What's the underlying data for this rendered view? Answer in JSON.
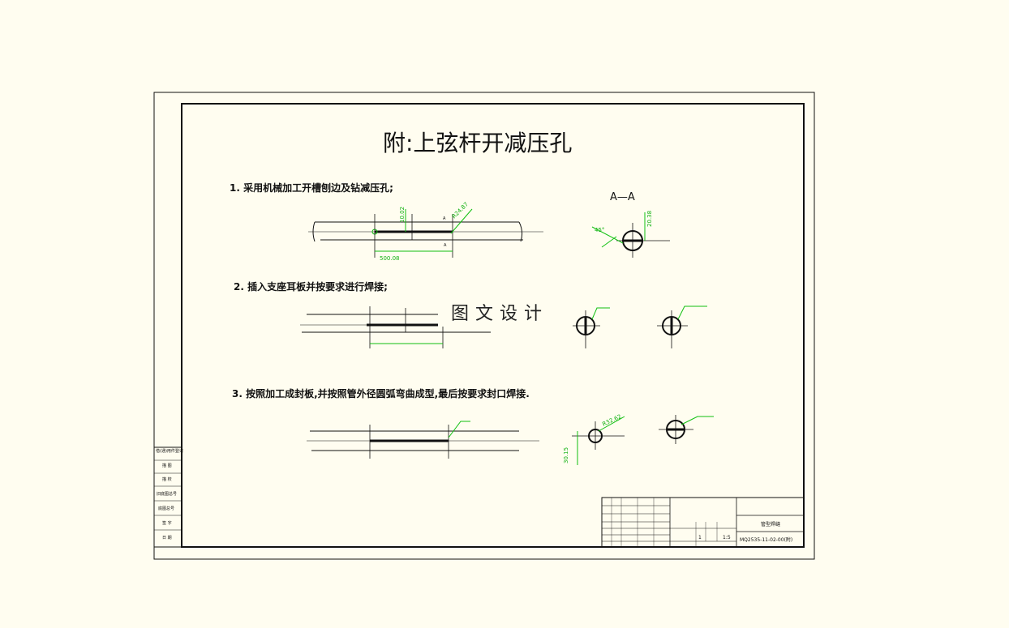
{
  "title": "附:上弦杆开减压孔",
  "steps": [
    {
      "label": "1. 采用机械加工开槽刨边及钻减压孔;"
    },
    {
      "label": "2. 插入支座耳板并按要求进行焊接;"
    },
    {
      "label": "3. 按照加工成封板,并按照管外径圆弧弯曲成型,最后按要求封口焊接."
    }
  ],
  "section_label": "A—A",
  "dims": {
    "d1_v": "10.02",
    "d1_len": "500.08",
    "d1_diag": "R24.87",
    "a_label": "A",
    "aa_dim": "20.38",
    "aa_angle": "45°",
    "d3_v": "30.15",
    "d3_diag": "R32.62"
  },
  "watermark": "图文设计",
  "side_table": [
    "借(通)用件登记",
    "描 图",
    "描 校",
    "旧底图总号",
    "底图总号",
    "签 字",
    "日 期"
  ],
  "title_block": {
    "name": "管型焊缝",
    "drawing_no": "MQ2535-11-02-00(附)",
    "scale": "1:5",
    "qty": "1"
  },
  "colors": {
    "background": "#fffdf0",
    "line": "#111111",
    "dimension": "#10c010"
  }
}
